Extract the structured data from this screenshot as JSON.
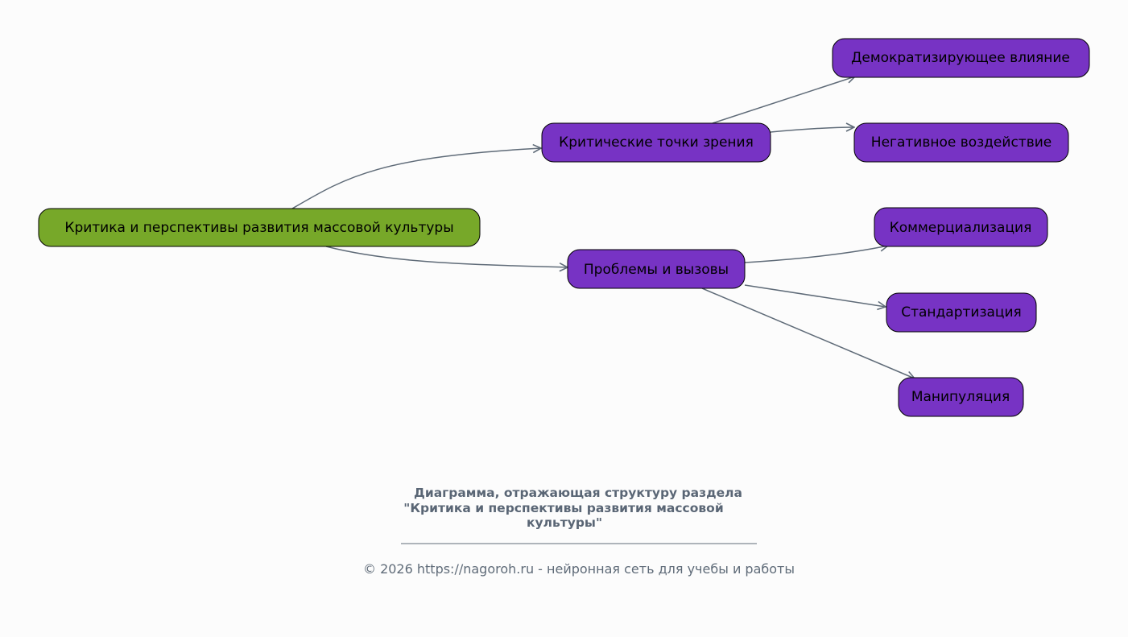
{
  "colors": {
    "root": "#77a829",
    "child": "#7733c4",
    "edge": "#5f6b78",
    "caption": "#5a6675"
  },
  "nodes": {
    "root": "Критика и перспективы развития массовой культуры",
    "critical": "Критические точки зрения",
    "problems": "Проблемы и вызовы",
    "democratizing": "Демократизирующее влияние",
    "negative": "Негативное воздействие",
    "commercialization": "Коммерциализация",
    "standardization": "Стандартизация",
    "manipulation": "Манипуляция"
  },
  "caption": {
    "line1": "Диаграмма, отражающая структуру раздела",
    "line2": "\"Критика и перспективы развития массовой",
    "line3": "культуры\""
  },
  "footer": "© 2026 https://nagoroh.ru - нейронная сеть для учебы и работы"
}
